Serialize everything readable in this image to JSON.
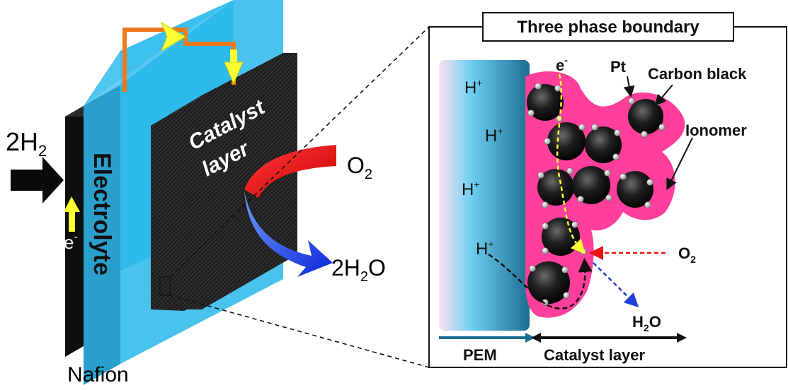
{
  "left": {
    "fuel_main": "2H",
    "fuel_sub": "2",
    "electron_label": "e",
    "electron_sup": "-",
    "electrolyte_label": "Electrolyte",
    "catalyst_line1": "Catalyst",
    "catalyst_line2": "layer",
    "oxygen_main": "O",
    "oxygen_sub": "2",
    "water_main1": "2H",
    "water_sub": "2",
    "water_main2": "O",
    "membrane_label": "Nafion"
  },
  "inset": {
    "title": "Three phase boundary",
    "electron_label": "e",
    "electron_sup": "-",
    "proton_labels": [
      "H",
      "H",
      "H",
      "H"
    ],
    "proton_sup": "+",
    "pt_label": "Pt",
    "carbon_black_label": "Carbon black",
    "ionomer_label": "Ionomer",
    "oxygen_main": "O",
    "oxygen_sub": "2",
    "water_main1": "H",
    "water_sub": "2",
    "water_main2": "O",
    "pem_label": "PEM",
    "catalyst_layer_label": "Catalyst layer"
  },
  "colors": {
    "membrane": "#29b8ea",
    "pem_dark": "#1b6e92",
    "ionomer": "#ff3f9b",
    "oxygen_arrow": "#d11212",
    "water_arrow": "#1236e0",
    "electron_arrow": "#ffff33",
    "wire": "#ec7a1c",
    "o2_dashed": "#ee1111",
    "h2o_dashed": "#1f3fd8",
    "proton_path": "#111111"
  }
}
